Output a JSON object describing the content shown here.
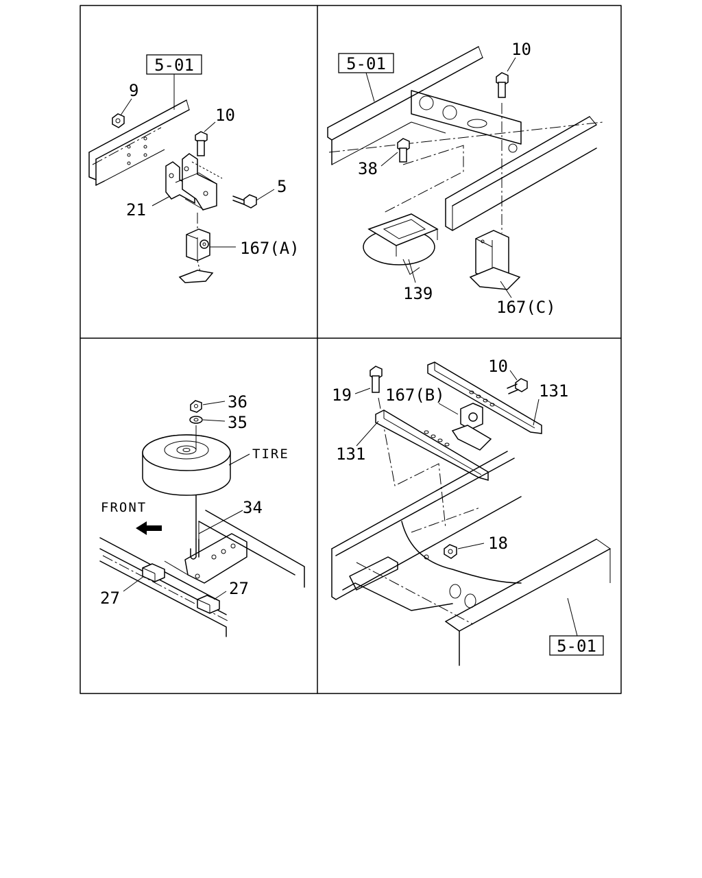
{
  "panels": {
    "top_left": {
      "ref_box": "5-01",
      "callouts": {
        "c9": "9",
        "c10": "10",
        "c5": "5",
        "c21": "21",
        "c167a": "167(A)"
      }
    },
    "top_right": {
      "ref_box": "5-01",
      "callouts": {
        "c10": "10",
        "c38": "38",
        "c139": "139",
        "c167c": "167(C)"
      }
    },
    "bottom_left": {
      "callouts": {
        "c36": "36",
        "c35": "35",
        "c34": "34",
        "c27a": "27",
        "c27b": "27"
      },
      "tire_label": "TIRE",
      "front_label": "FRONT"
    },
    "bottom_right": {
      "ref_box": "5-01",
      "callouts": {
        "c19": "19",
        "c167b": "167(B)",
        "c10": "10",
        "c131a": "131",
        "c131b": "131",
        "c18": "18"
      }
    }
  },
  "colors": {
    "line": "#000000",
    "background": "#ffffff"
  }
}
